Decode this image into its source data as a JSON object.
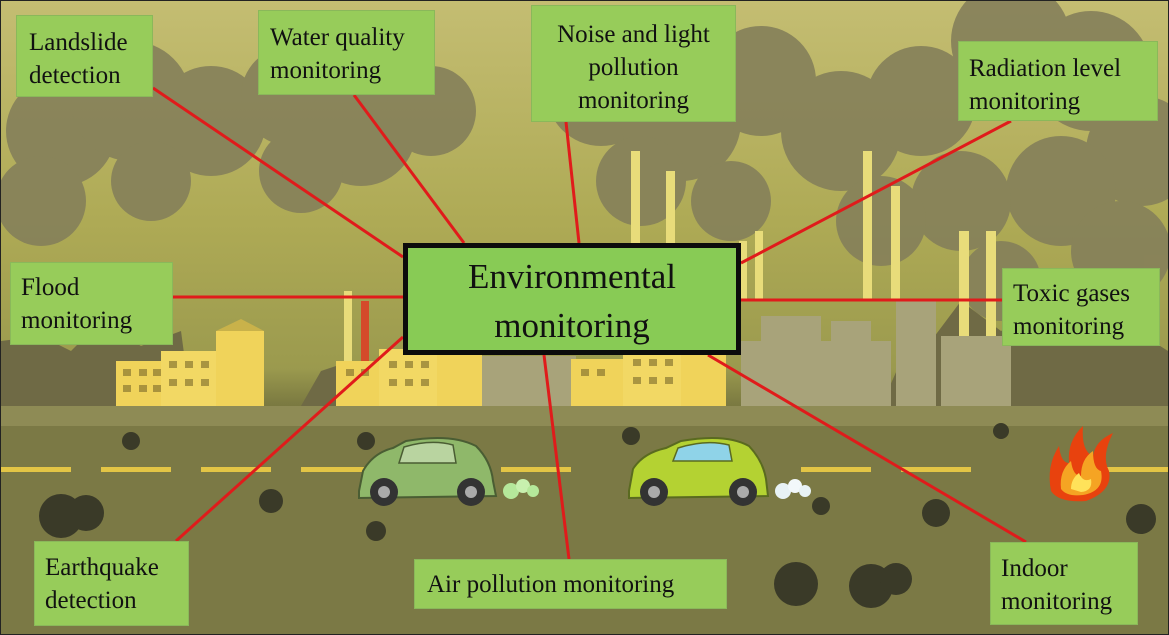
{
  "diagram": {
    "center": {
      "lines": [
        "Environmental",
        "monitoring"
      ]
    },
    "nodes": [
      {
        "id": "landslide",
        "lines": [
          "Landslide",
          "detection"
        ]
      },
      {
        "id": "water",
        "lines": [
          "Water quality",
          "monitoring"
        ]
      },
      {
        "id": "noise",
        "lines": [
          "Noise and light",
          "pollution",
          "monitoring"
        ]
      },
      {
        "id": "radiation",
        "lines": [
          "Radiation level",
          "monitoring"
        ]
      },
      {
        "id": "flood",
        "lines": [
          "Flood",
          "monitoring"
        ]
      },
      {
        "id": "toxic",
        "lines": [
          "Toxic gases",
          "monitoring"
        ]
      },
      {
        "id": "earthquake",
        "lines": [
          "Earthquake",
          "detection"
        ]
      },
      {
        "id": "air",
        "lines": [
          "Air pollution monitoring"
        ]
      },
      {
        "id": "indoor",
        "lines": [
          "Indoor",
          "monitoring"
        ]
      }
    ]
  },
  "colors": {
    "connector": "#e01b1b",
    "node_fill": "#97cc5a",
    "center_fill": "#88cb55",
    "center_border": "#0c0c0c",
    "sky": "#b9b460",
    "smoke": "#85805a",
    "building": "#f0d35a",
    "factory": "#a8a37a",
    "road": "#6e6d3c",
    "road_stripe": "#e3c545"
  },
  "illustration": {
    "cars": [
      {
        "name": "green-car",
        "body": "#8fb86a"
      },
      {
        "name": "yellow-green-car",
        "body": "#b4d232"
      }
    ],
    "fire": [
      "#e8420e",
      "#f5a423",
      "#ffe25a"
    ]
  }
}
